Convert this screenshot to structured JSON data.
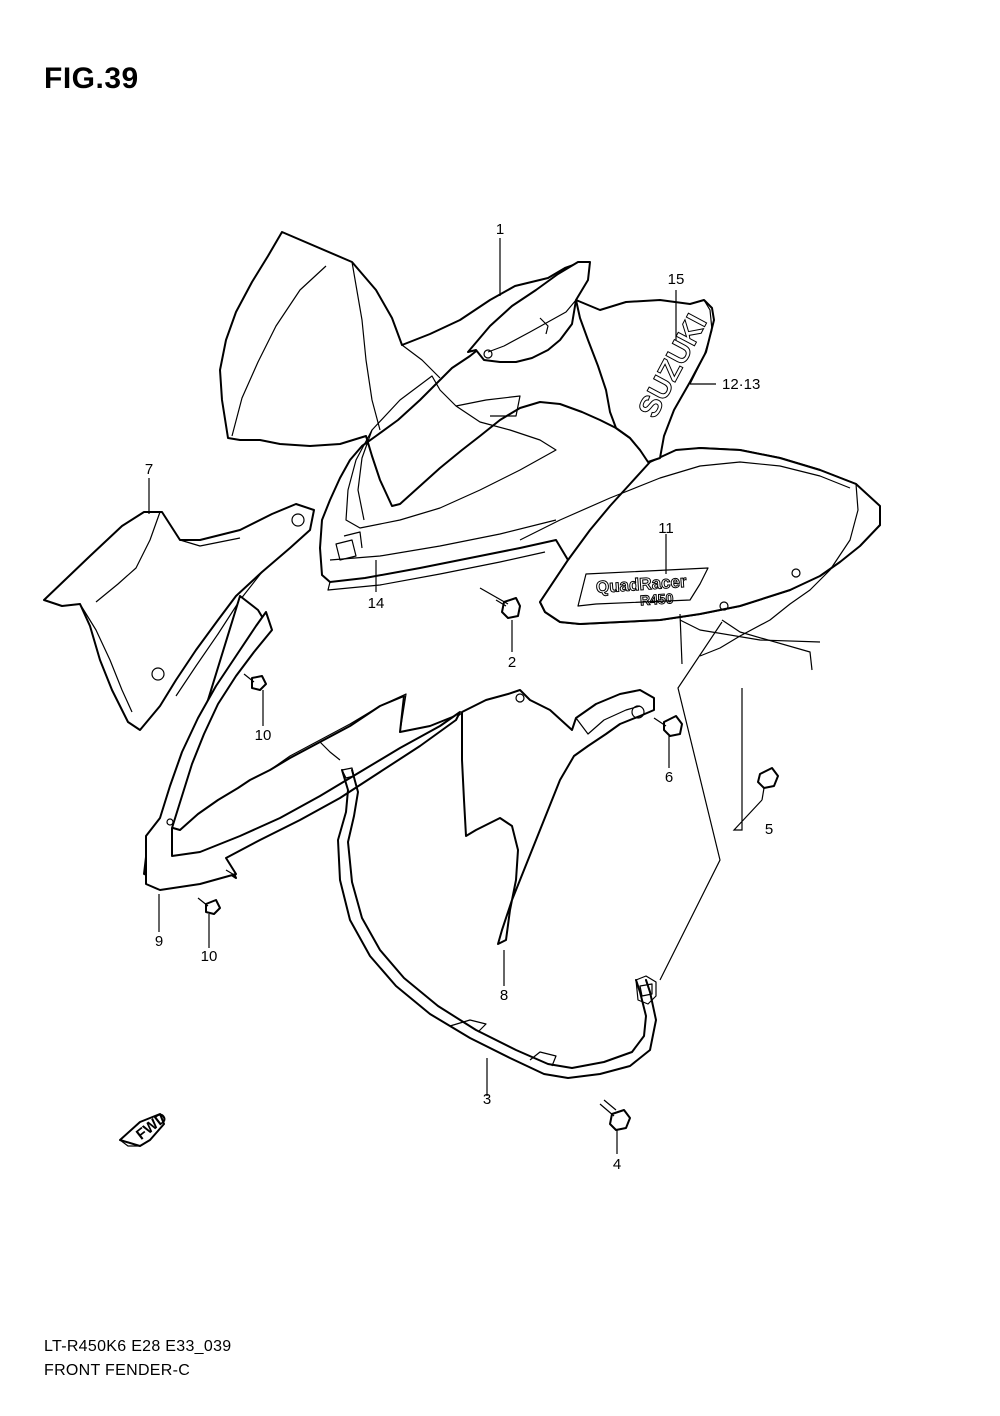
{
  "figure": {
    "title": "FIG.39"
  },
  "callouts": [
    {
      "id": "1",
      "label": "1"
    },
    {
      "id": "2",
      "label": "2"
    },
    {
      "id": "3",
      "label": "3"
    },
    {
      "id": "4",
      "label": "4"
    },
    {
      "id": "5",
      "label": "5"
    },
    {
      "id": "6",
      "label": "6"
    },
    {
      "id": "7",
      "label": "7"
    },
    {
      "id": "8",
      "label": "8"
    },
    {
      "id": "9",
      "label": "9"
    },
    {
      "id": "10a",
      "label": "10"
    },
    {
      "id": "10b",
      "label": "10"
    },
    {
      "id": "11",
      "label": "11"
    },
    {
      "id": "12-13",
      "label": "12·13"
    },
    {
      "id": "14",
      "label": "14"
    },
    {
      "id": "15",
      "label": "15"
    }
  ],
  "decals": {
    "brand": "SUZUKI",
    "model_line1": "QuadRacer",
    "model_line2": "R450",
    "fwd": "FWD"
  },
  "caption": {
    "model_code": "LT-R450K6 E28 E33_039",
    "section": "FRONT FENDER-C"
  }
}
